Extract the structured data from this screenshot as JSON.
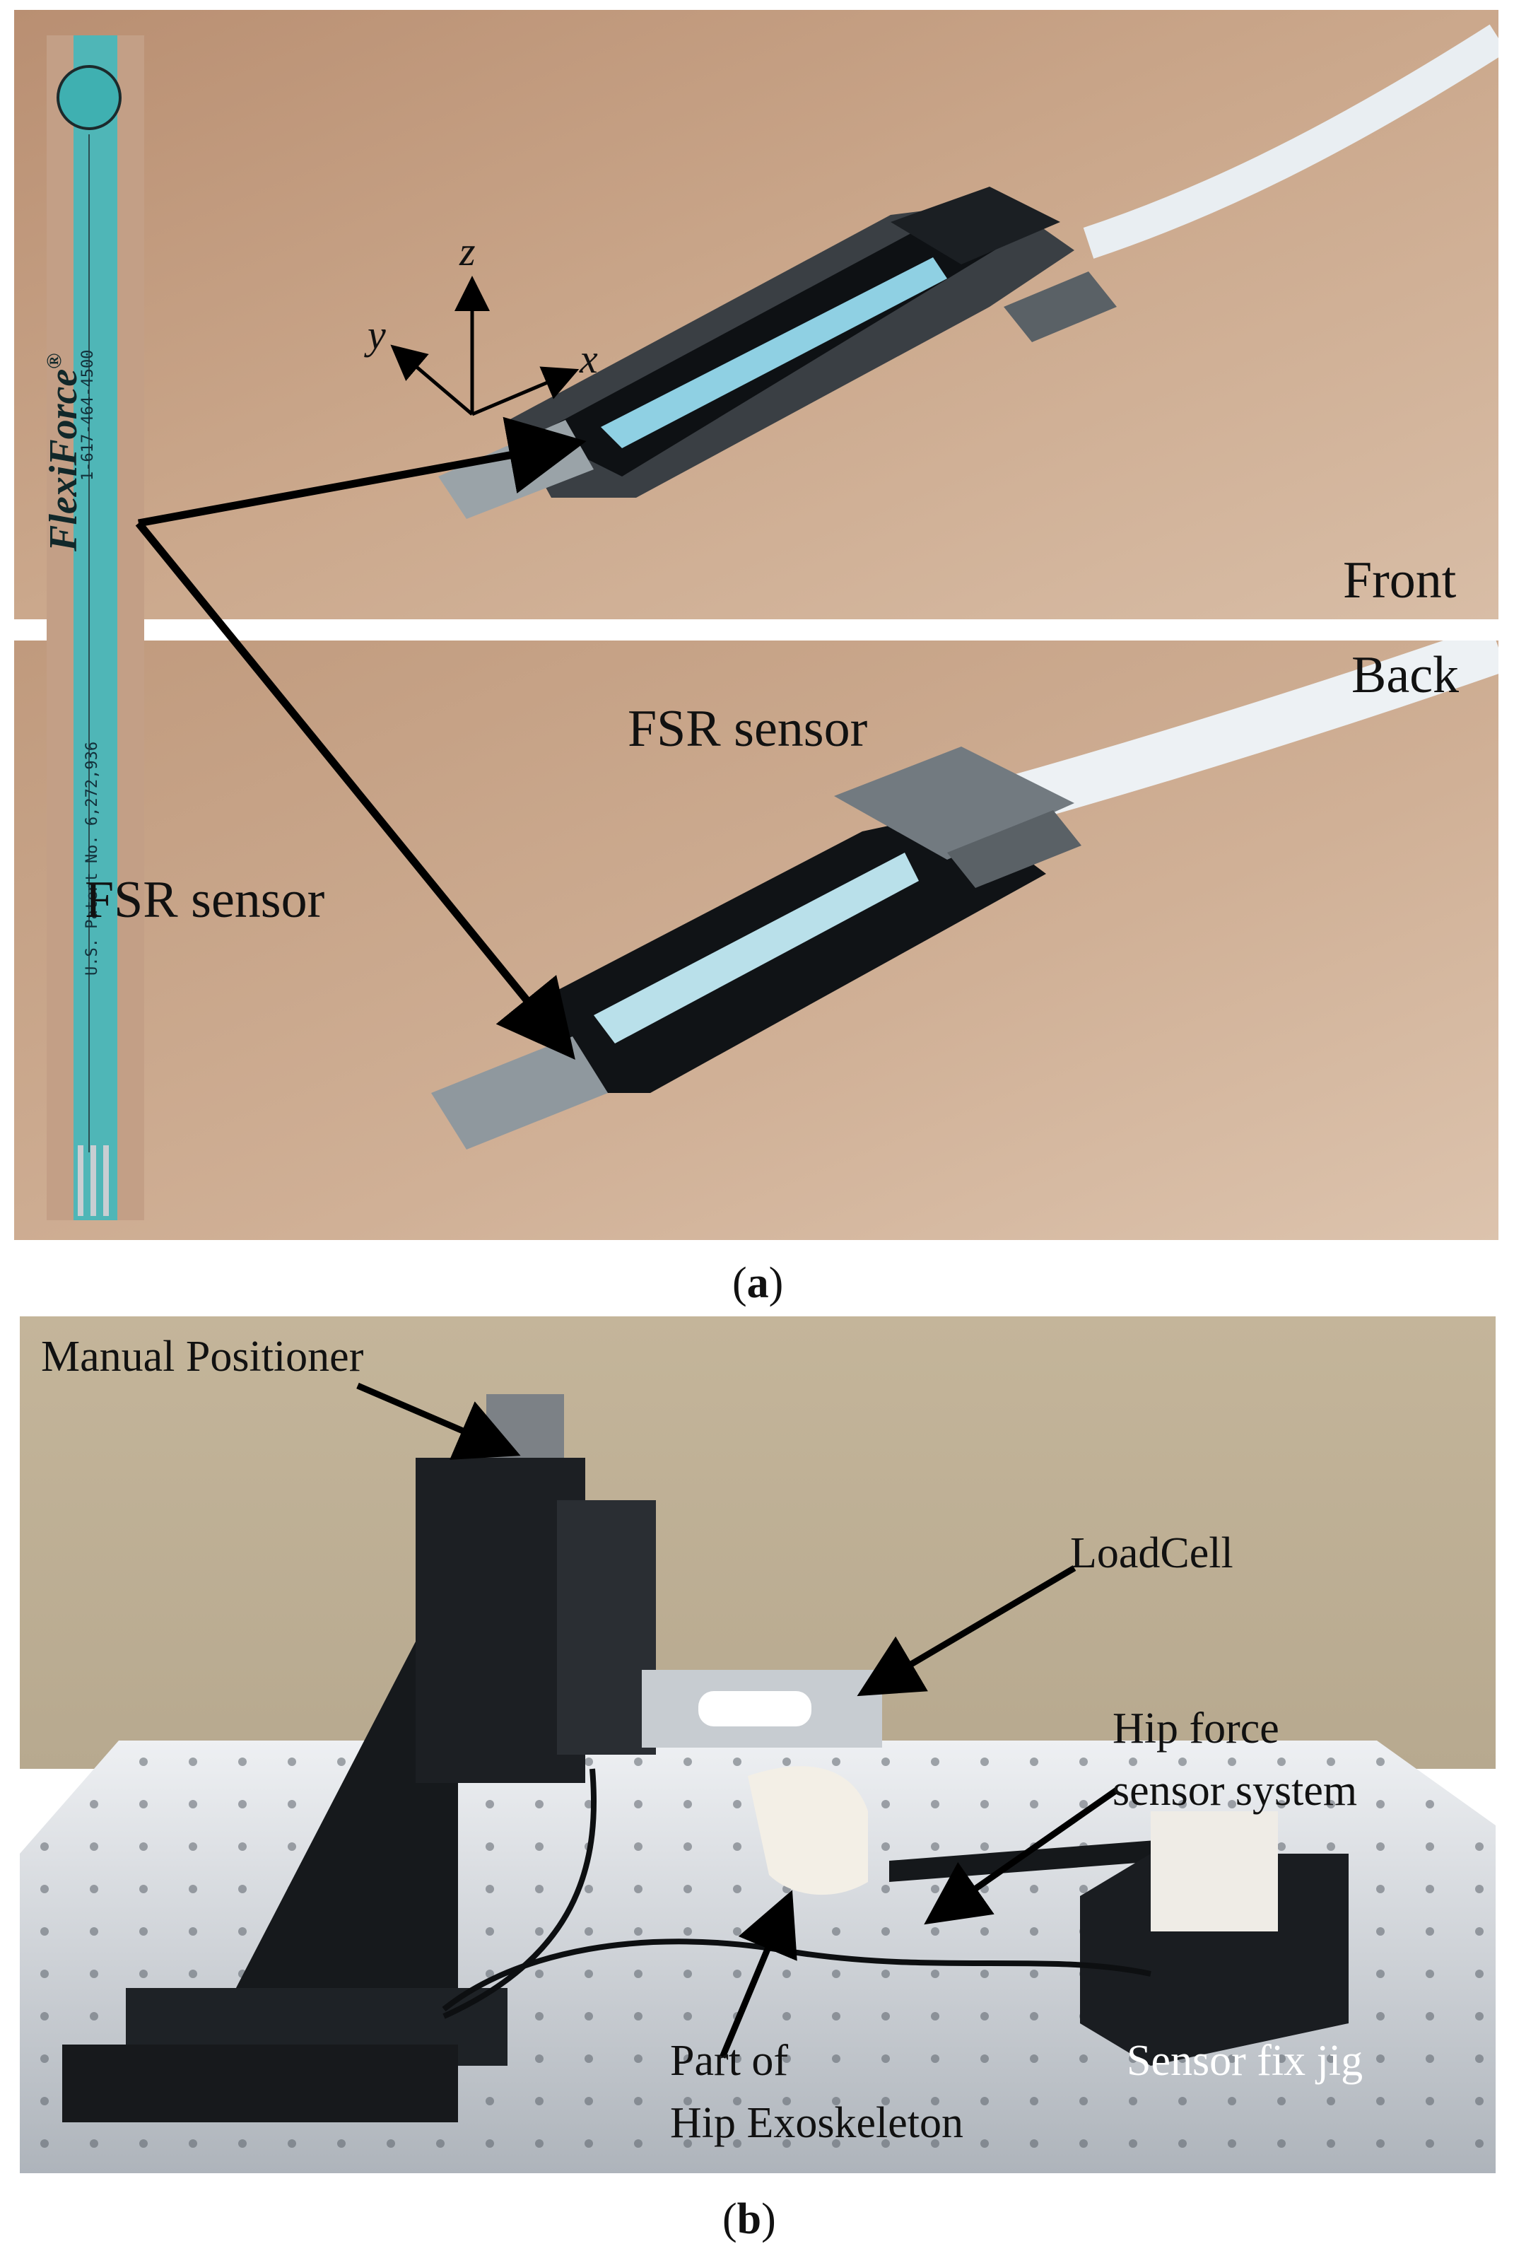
{
  "panel_a": {
    "labels": {
      "front": "Front",
      "back": "Back",
      "fsr_top": "FSR sensor",
      "fsr_left": "FSR sensor"
    },
    "axes": {
      "x": "x",
      "y": "y",
      "z": "z"
    },
    "strip": {
      "brand": "FlexiForce",
      "registered": "®",
      "phone": "1-617-464-4500",
      "patent": "U.S. Patent No. 6,272,936"
    },
    "caption": {
      "open": "(",
      "letter": "a",
      "close": ")"
    }
  },
  "panel_b": {
    "labels": {
      "manual_positioner": "Manual Positioner",
      "loadcell": "LoadCell",
      "hip_force_1": "Hip force",
      "hip_force_2": "sensor system",
      "part_of": "Part of",
      "hip_exo": "Hip Exoskeleton",
      "sensor_fix_jig": "Sensor fix jig"
    },
    "caption": {
      "open": "(",
      "letter": "b",
      "close": ")"
    }
  },
  "colors": {
    "wood": "#c9a589",
    "wall": "#c3b59c",
    "table": "#d9dde3",
    "strip": "#4fb6b7",
    "metal": "#111418"
  }
}
